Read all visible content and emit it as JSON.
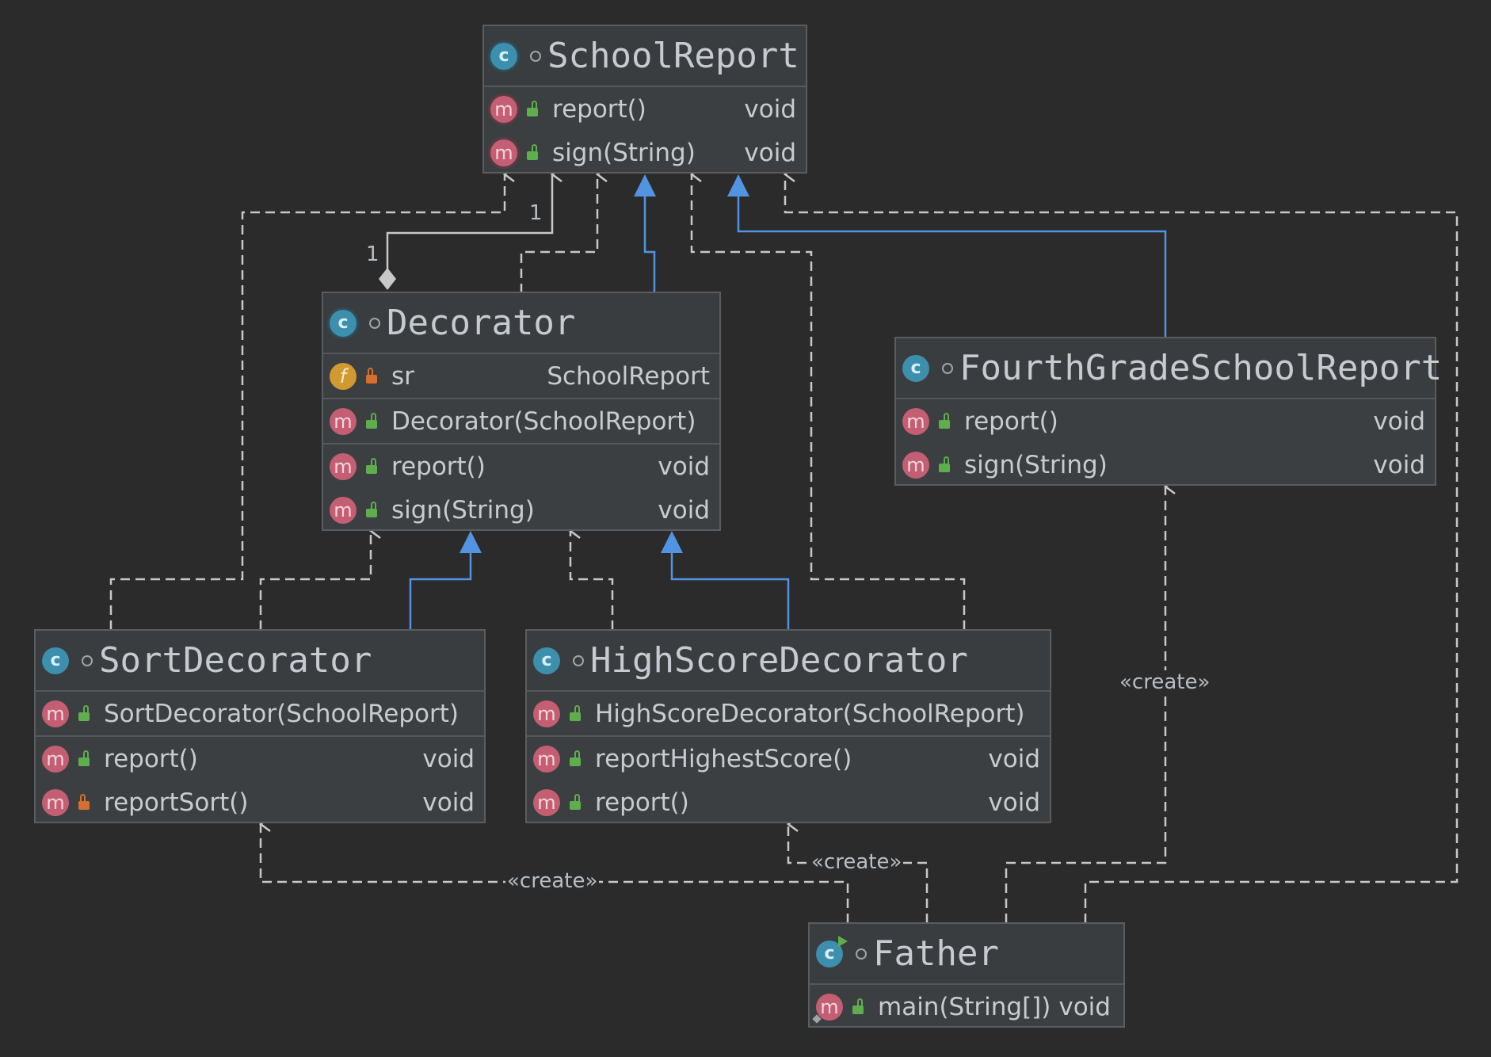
{
  "classes": {
    "school_report": {
      "name": "SchoolReport",
      "kind_icon": "c",
      "methods": [
        {
          "icon": "m",
          "name": "report()",
          "type": "void"
        },
        {
          "icon": "m",
          "name": "sign(String)",
          "type": "void"
        }
      ]
    },
    "decorator": {
      "name": "Decorator",
      "kind_icon": "c",
      "fields": [
        {
          "icon": "f",
          "name": "sr",
          "type": "SchoolReport"
        }
      ],
      "constructors": [
        {
          "icon": "m",
          "name": "Decorator(SchoolReport)"
        }
      ],
      "methods": [
        {
          "icon": "m",
          "name": "report()",
          "type": "void"
        },
        {
          "icon": "m",
          "name": "sign(String)",
          "type": "void"
        }
      ]
    },
    "fourth_grade": {
      "name": "FourthGradeSchoolReport",
      "kind_icon": "c",
      "methods": [
        {
          "icon": "m",
          "name": "report()",
          "type": "void"
        },
        {
          "icon": "m",
          "name": "sign(String)",
          "type": "void"
        }
      ]
    },
    "sort_decorator": {
      "name": "SortDecorator",
      "kind_icon": "c",
      "constructors": [
        {
          "icon": "m",
          "name": "SortDecorator(SchoolReport)"
        }
      ],
      "methods": [
        {
          "icon": "m",
          "name": "report()",
          "type": "void"
        },
        {
          "icon": "m",
          "name": "reportSort()",
          "type": "void"
        }
      ]
    },
    "high_score_decorator": {
      "name": "HighScoreDecorator",
      "kind_icon": "c",
      "constructors": [
        {
          "icon": "m",
          "name": "HighScoreDecorator(SchoolReport)"
        }
      ],
      "methods": [
        {
          "icon": "m",
          "name": "reportHighestScore()",
          "type": "void"
        },
        {
          "icon": "m",
          "name": "report()",
          "type": "void"
        }
      ]
    },
    "father": {
      "name": "Father",
      "kind_icon": "c",
      "methods": [
        {
          "icon": "m",
          "name": "main(String[])",
          "type": "void"
        }
      ]
    }
  },
  "edge_labels": {
    "create": "«create»"
  },
  "multiplicity": {
    "composition_source": "1",
    "composition_target": "1"
  },
  "colors": {
    "background": "#2b2b2b",
    "node": "#3c3f41",
    "inheritance_edge": "#5294e2",
    "dependency_edge": "#c8c8c8"
  }
}
